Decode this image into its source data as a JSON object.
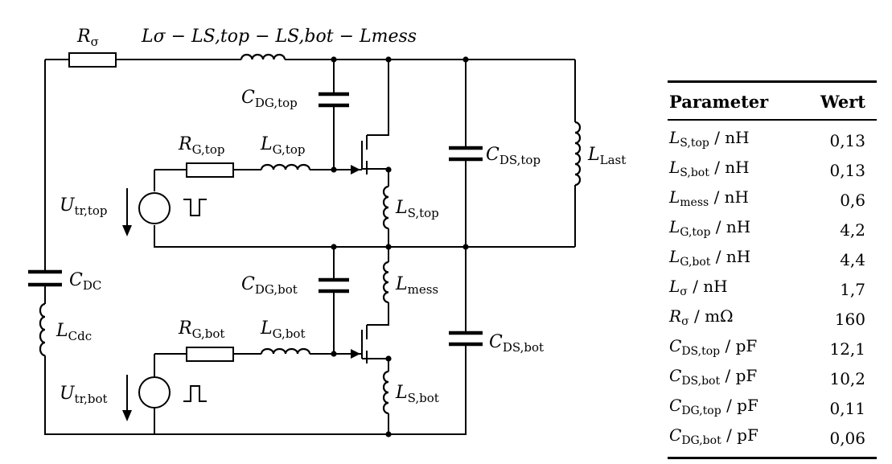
{
  "circuit": {
    "labels": {
      "r_sigma": {
        "sym": "R",
        "sub": "σ"
      },
      "l_series": {
        "text": "Lσ − LS,top − LS,bot − Lmess"
      },
      "c_dg_top": {
        "sym": "C",
        "sub": "DG,top"
      },
      "r_g_top": {
        "sym": "R",
        "sub": "G,top"
      },
      "l_g_top": {
        "sym": "L",
        "sub": "G,top"
      },
      "c_ds_top": {
        "sym": "C",
        "sub": "DS,top"
      },
      "l_last": {
        "sym": "L",
        "sub": "Last"
      },
      "u_tr_top": {
        "sym": "U",
        "sub": "tr,top"
      },
      "l_s_top": {
        "sym": "L",
        "sub": "S,top"
      },
      "c_dc": {
        "sym": "C",
        "sub": "DC"
      },
      "c_dg_bot": {
        "sym": "C",
        "sub": "DG,bot"
      },
      "l_mess": {
        "sym": "L",
        "sub": "mess"
      },
      "l_cdc": {
        "sym": "L",
        "sub": "Cdc"
      },
      "r_g_bot": {
        "sym": "R",
        "sub": "G,bot"
      },
      "l_g_bot": {
        "sym": "L",
        "sub": "G,bot"
      },
      "c_ds_bot": {
        "sym": "C",
        "sub": "DS,bot"
      },
      "u_tr_bot": {
        "sym": "U",
        "sub": "tr,bot"
      },
      "l_s_bot": {
        "sym": "L",
        "sub": "S,bot"
      }
    }
  },
  "table": {
    "header": {
      "parameter": "Parameter",
      "value": "Wert"
    },
    "rows": [
      {
        "sym": "L",
        "sub": "S,top",
        "unit": "/ nH",
        "value": "0,13"
      },
      {
        "sym": "L",
        "sub": "S,bot",
        "unit": "/ nH",
        "value": "0,13"
      },
      {
        "sym": "L",
        "sub": "mess",
        "unit": "/ nH",
        "value": "0,6"
      },
      {
        "sym": "L",
        "sub": "G,top",
        "unit": "/ nH",
        "value": "4,2"
      },
      {
        "sym": "L",
        "sub": "G,bot",
        "unit": "/ nH",
        "value": "4,4"
      },
      {
        "sym": "L",
        "sub": "σ",
        "unit": "/ nH",
        "value": "1,7"
      },
      {
        "sym": "R",
        "sub": "σ",
        "unit": "/ mΩ",
        "value": "160"
      },
      {
        "sym": "C",
        "sub": "DS,top",
        "unit": "/ pF",
        "value": "12,1"
      },
      {
        "sym": "C",
        "sub": "DS,bot",
        "unit": "/ pF",
        "value": "10,2"
      },
      {
        "sym": "C",
        "sub": "DG,top",
        "unit": "/ pF",
        "value": "0,11"
      },
      {
        "sym": "C",
        "sub": "DG,bot",
        "unit": "/ pF",
        "value": "0,06"
      }
    ]
  }
}
